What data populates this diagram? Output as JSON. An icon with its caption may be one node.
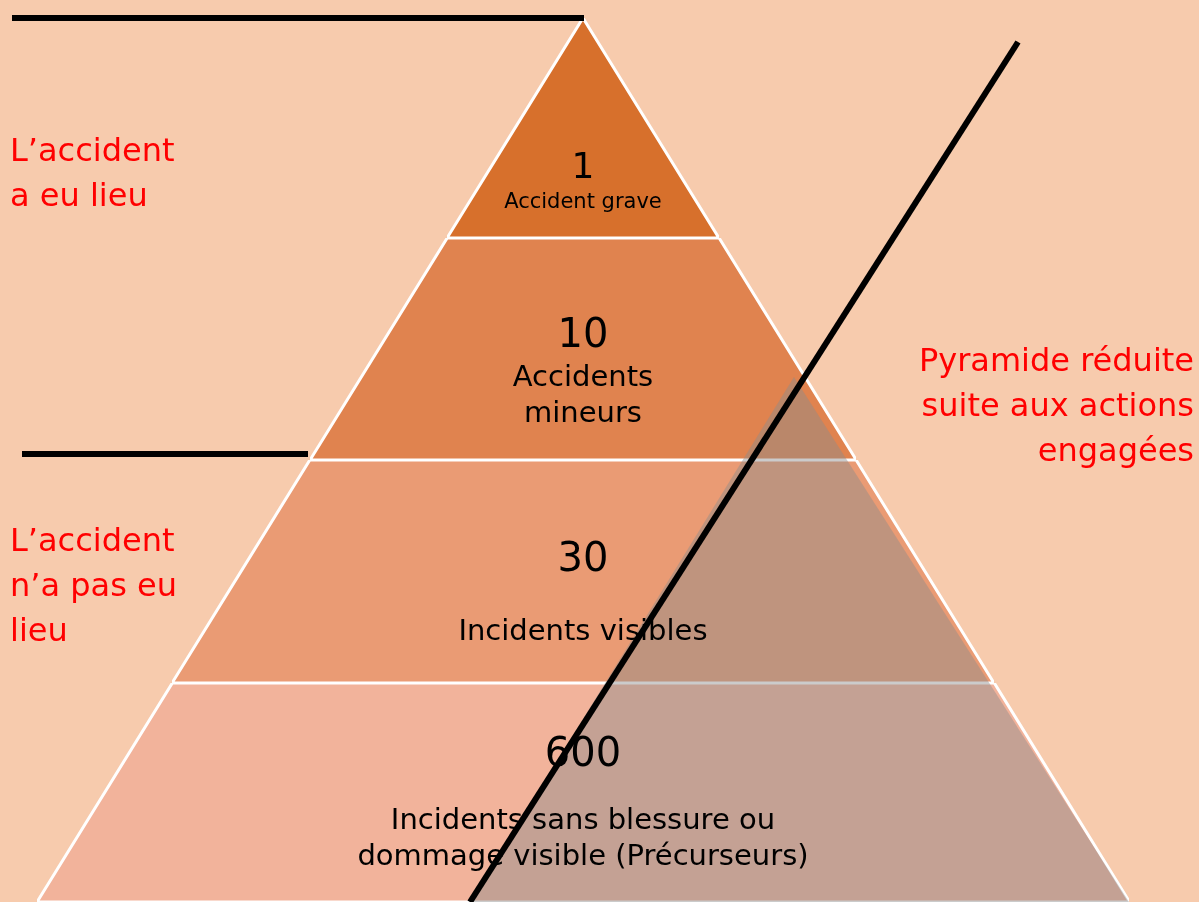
{
  "diagram": {
    "nodes": [
      {
        "text": [
          "1",
          "Accident grave"
        ]
      },
      {
        "text": [
          "10",
          "Accidents mineurs"
        ]
      },
      {
        "text": [
          "30",
          "Incidents visibles"
        ]
      },
      {
        "text": [
          "600",
          "Incidents sans blessure ou dommage visible (Précurseurs)"
        ]
      }
    ],
    "labels": [
      "L’accident a eu lieu",
      "L’accident n’a pas eu lieu",
      "Pyramide réduite suite aux actions engagées"
    ]
  }
}
